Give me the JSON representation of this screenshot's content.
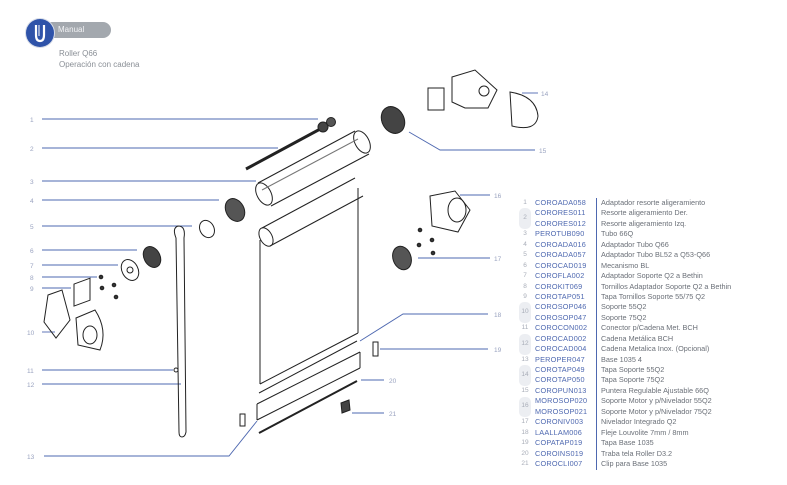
{
  "header": {
    "badge_label": "Manual",
    "title": "Roller Q66",
    "subtitle": "Operación con cadena",
    "logo_icon": "brand-logo-icon"
  },
  "colors": {
    "accent_blue": "#2f53a9",
    "code_blue": "#4e68b0",
    "leader_line": "#4e68b0",
    "badge_gray": "#a3a8ae"
  },
  "callouts": [
    "1",
    "2",
    "3",
    "4",
    "5",
    "6",
    "7",
    "8",
    "9",
    "10",
    "11",
    "12",
    "13",
    "14",
    "15",
    "16",
    "17",
    "18",
    "19",
    "20",
    "21"
  ],
  "parts": [
    {
      "num": "1",
      "code": "COROADA058",
      "desc": "Adaptador resorte aligeramiento"
    },
    {
      "num": "2",
      "code": "CORORES011",
      "desc": "Resorte aligeramiento Der."
    },
    {
      "num": "",
      "code": "CORORES012",
      "desc": "Resorte aligeramiento Izq."
    },
    {
      "num": "3",
      "code": "PEROTUB090",
      "desc": "Tubo 66Q"
    },
    {
      "num": "4",
      "code": "COROADA016",
      "desc": "Adaptador Tubo Q66"
    },
    {
      "num": "5",
      "code": "COROADA057",
      "desc": "Adaptador Tubo BL52 a Q53-Q66"
    },
    {
      "num": "6",
      "code": "COROCAD019",
      "desc": "Mecanismo BL"
    },
    {
      "num": "7",
      "code": "COROFLA002",
      "desc": "Adaptador Soporte Q2 a Bethin"
    },
    {
      "num": "8",
      "code": "COROKIT069",
      "desc": "Tornillos Adaptador Soporte Q2 a Bethin"
    },
    {
      "num": "9",
      "code": "COROTAP051",
      "desc": "Tapa Tornillos Soporte 55/75 Q2"
    },
    {
      "num": "10",
      "code": "COROSOP046",
      "desc": "Soporte 55Q2"
    },
    {
      "num": "",
      "code": "COROSOP047",
      "desc": "Soporte 75Q2"
    },
    {
      "num": "11",
      "code": "COROCON002",
      "desc": "Conector p/Cadena Met. BCH"
    },
    {
      "num": "12",
      "code": "COROCAD002",
      "desc": "Cadena Metálica BCH"
    },
    {
      "num": "",
      "code": "COROCAD004",
      "desc": "Cadena Metalica Inox. (Opcional)"
    },
    {
      "num": "13",
      "code": "PEROPER047",
      "desc": "Base 1035 4"
    },
    {
      "num": "14",
      "code": "COROTAP049",
      "desc": "Tapa Soporte 55Q2"
    },
    {
      "num": "",
      "code": "COROTAP050",
      "desc": "Tapa Soporte 75Q2"
    },
    {
      "num": "15",
      "code": "COROPUN013",
      "desc": "Puntera Regulable Ajustable 66Q"
    },
    {
      "num": "16",
      "code": "MOROSOP020",
      "desc": "Soporte Motor y p/Nivelador 55Q2"
    },
    {
      "num": "",
      "code": "MOROSOP021",
      "desc": "Soporte Motor y p/Nivelador 75Q2"
    },
    {
      "num": "17",
      "code": "CORONIV003",
      "desc": "Nivelador Integrado Q2"
    },
    {
      "num": "18",
      "code": "LAALLAM006",
      "desc": "Fleje Louvolite 7mm / 8mm"
    },
    {
      "num": "19",
      "code": "COPATAP019",
      "desc": "Tapa Base 1035"
    },
    {
      "num": "20",
      "code": "COROINS019",
      "desc": "Traba tela Roller D3.2"
    },
    {
      "num": "21",
      "code": "COROCLI007",
      "desc": "Clip para Base 1035"
    }
  ]
}
